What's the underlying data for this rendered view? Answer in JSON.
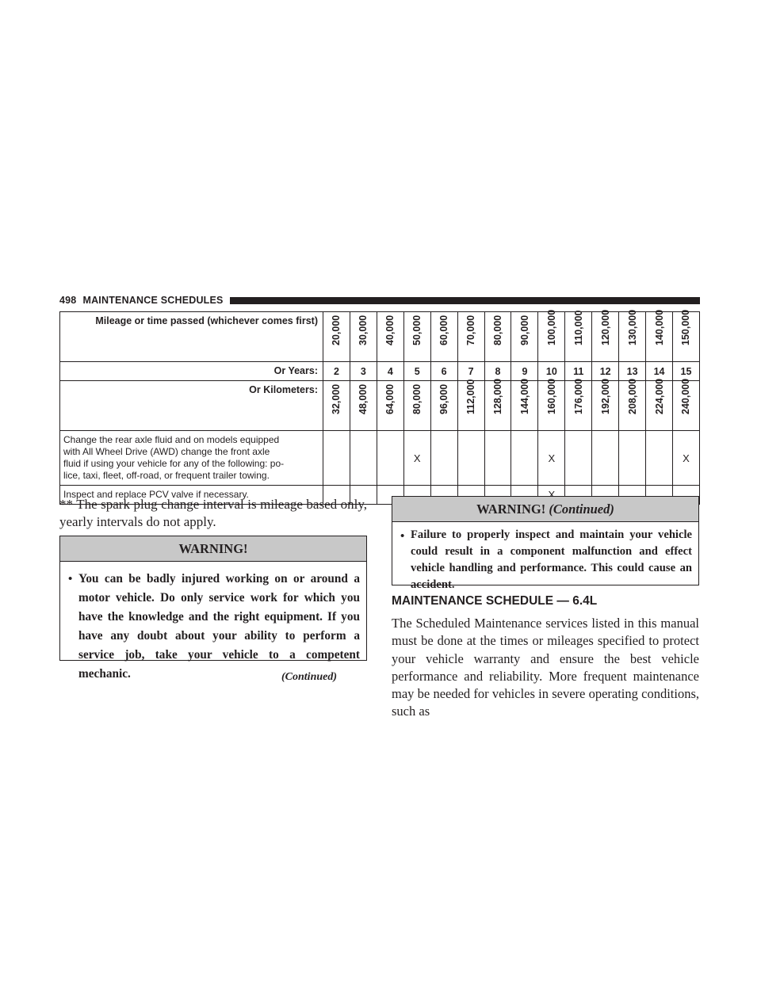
{
  "header": {
    "page_number": "498",
    "section_title": "MAINTENANCE SCHEDULES"
  },
  "table": {
    "mileage_label": "Mileage or time passed (whichever comes first)",
    "mileage": [
      "20,000",
      "30,000",
      "40,000",
      "50,000",
      "60,000",
      "70,000",
      "80,000",
      "90,000",
      "100,000",
      "110,000",
      "120,000",
      "130,000",
      "140,000",
      "150,000"
    ],
    "years_label": "Or Years:",
    "years": [
      "2",
      "3",
      "4",
      "5",
      "6",
      "7",
      "8",
      "9",
      "10",
      "11",
      "12",
      "13",
      "14",
      "15"
    ],
    "km_label": "Or Kilometers:",
    "kilometers": [
      "32,000",
      "48,000",
      "64,000",
      "80,000",
      "96,000",
      "112,000",
      "128,000",
      "144,000",
      "160,000",
      "176,000",
      "192,000",
      "208,000",
      "224,000",
      "240,000"
    ],
    "rows": [
      {
        "service": "Change the rear axle fluid and on models equipped with All Wheel Drive (AWD) change the front axle fluid if using your vehicle for any of the following: police, taxi, fleet, off-road, or frequent trailer towing.",
        "service_lines": [
          "Change the rear axle fluid and on models equipped",
          "with All Wheel Drive (AWD) change the front axle",
          "fluid if using your vehicle for any of the following: po-",
          "lice, taxi, fleet, off-road, or frequent trailer towing."
        ],
        "marks": [
          "",
          "",
          "",
          "X",
          "",
          "",
          "",
          "",
          "X",
          "",
          "",
          "",
          "",
          "X"
        ]
      },
      {
        "service": "Inspect and replace PCV valve if necessary.",
        "service_lines": [
          "Inspect and replace PCV valve if necessary."
        ],
        "marks": [
          "",
          "",
          "",
          "",
          "",
          "",
          "",
          "",
          "X",
          "",
          "",
          "",
          "",
          ""
        ]
      }
    ]
  },
  "footnote": "** The spark plug change interval is mileage based only, yearly intervals do not apply.",
  "warning_left": {
    "title": "WARNING!",
    "bullet": "•",
    "text": "You can be badly injured working on or around a motor vehicle. Do only service work for which you have the knowledge and the right equipment. If you have any doubt about your ability to perform a service job, take your vehicle to a competent mechanic.",
    "continued": "(Continued)"
  },
  "warning_right": {
    "title": "WARNING!",
    "title_suffix": "(Continued)",
    "bullet": "•",
    "text": "Failure to properly inspect and maintain your vehicle could result in a component malfunction and effect vehicle handling and performance. This could cause an accident."
  },
  "section_heading": "MAINTENANCE SCHEDULE — 6.4L",
  "paragraph": "The Scheduled Maintenance services listed in this manual must be done at the times or mileages specified to protect your vehicle warranty and ensure the best vehicle performance and reliability. More frequent maintenance may be needed for vehicles in severe operating conditions, such as"
}
